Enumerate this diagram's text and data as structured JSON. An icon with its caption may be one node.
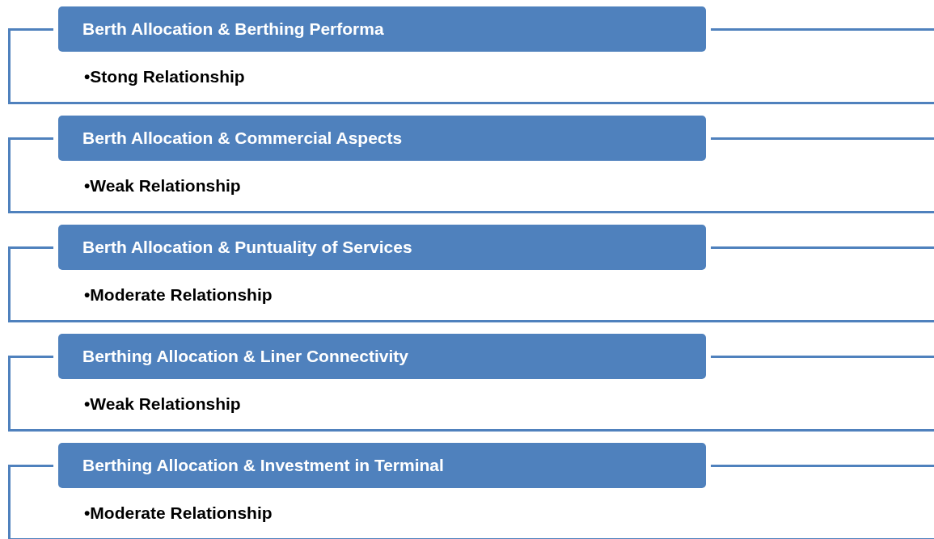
{
  "diagram": {
    "nodes": [
      {
        "text": [
          "Berth Allocation & Berthing Performa",
          "•Stong Relationship"
        ]
      },
      {
        "text": [
          "Berth Allocation & Commercial Aspects",
          "•Weak Relationship"
        ]
      },
      {
        "text": [
          "Berth Allocation & Puntuality of Services",
          "•Moderate Relationship"
        ]
      },
      {
        "text": [
          "Berthing Allocation & Liner Connectivity",
          "•Weak Relationship"
        ]
      },
      {
        "text": [
          "Berthing Allocation & Investment in Terminal",
          "•Moderate Relationship"
        ]
      }
    ]
  }
}
